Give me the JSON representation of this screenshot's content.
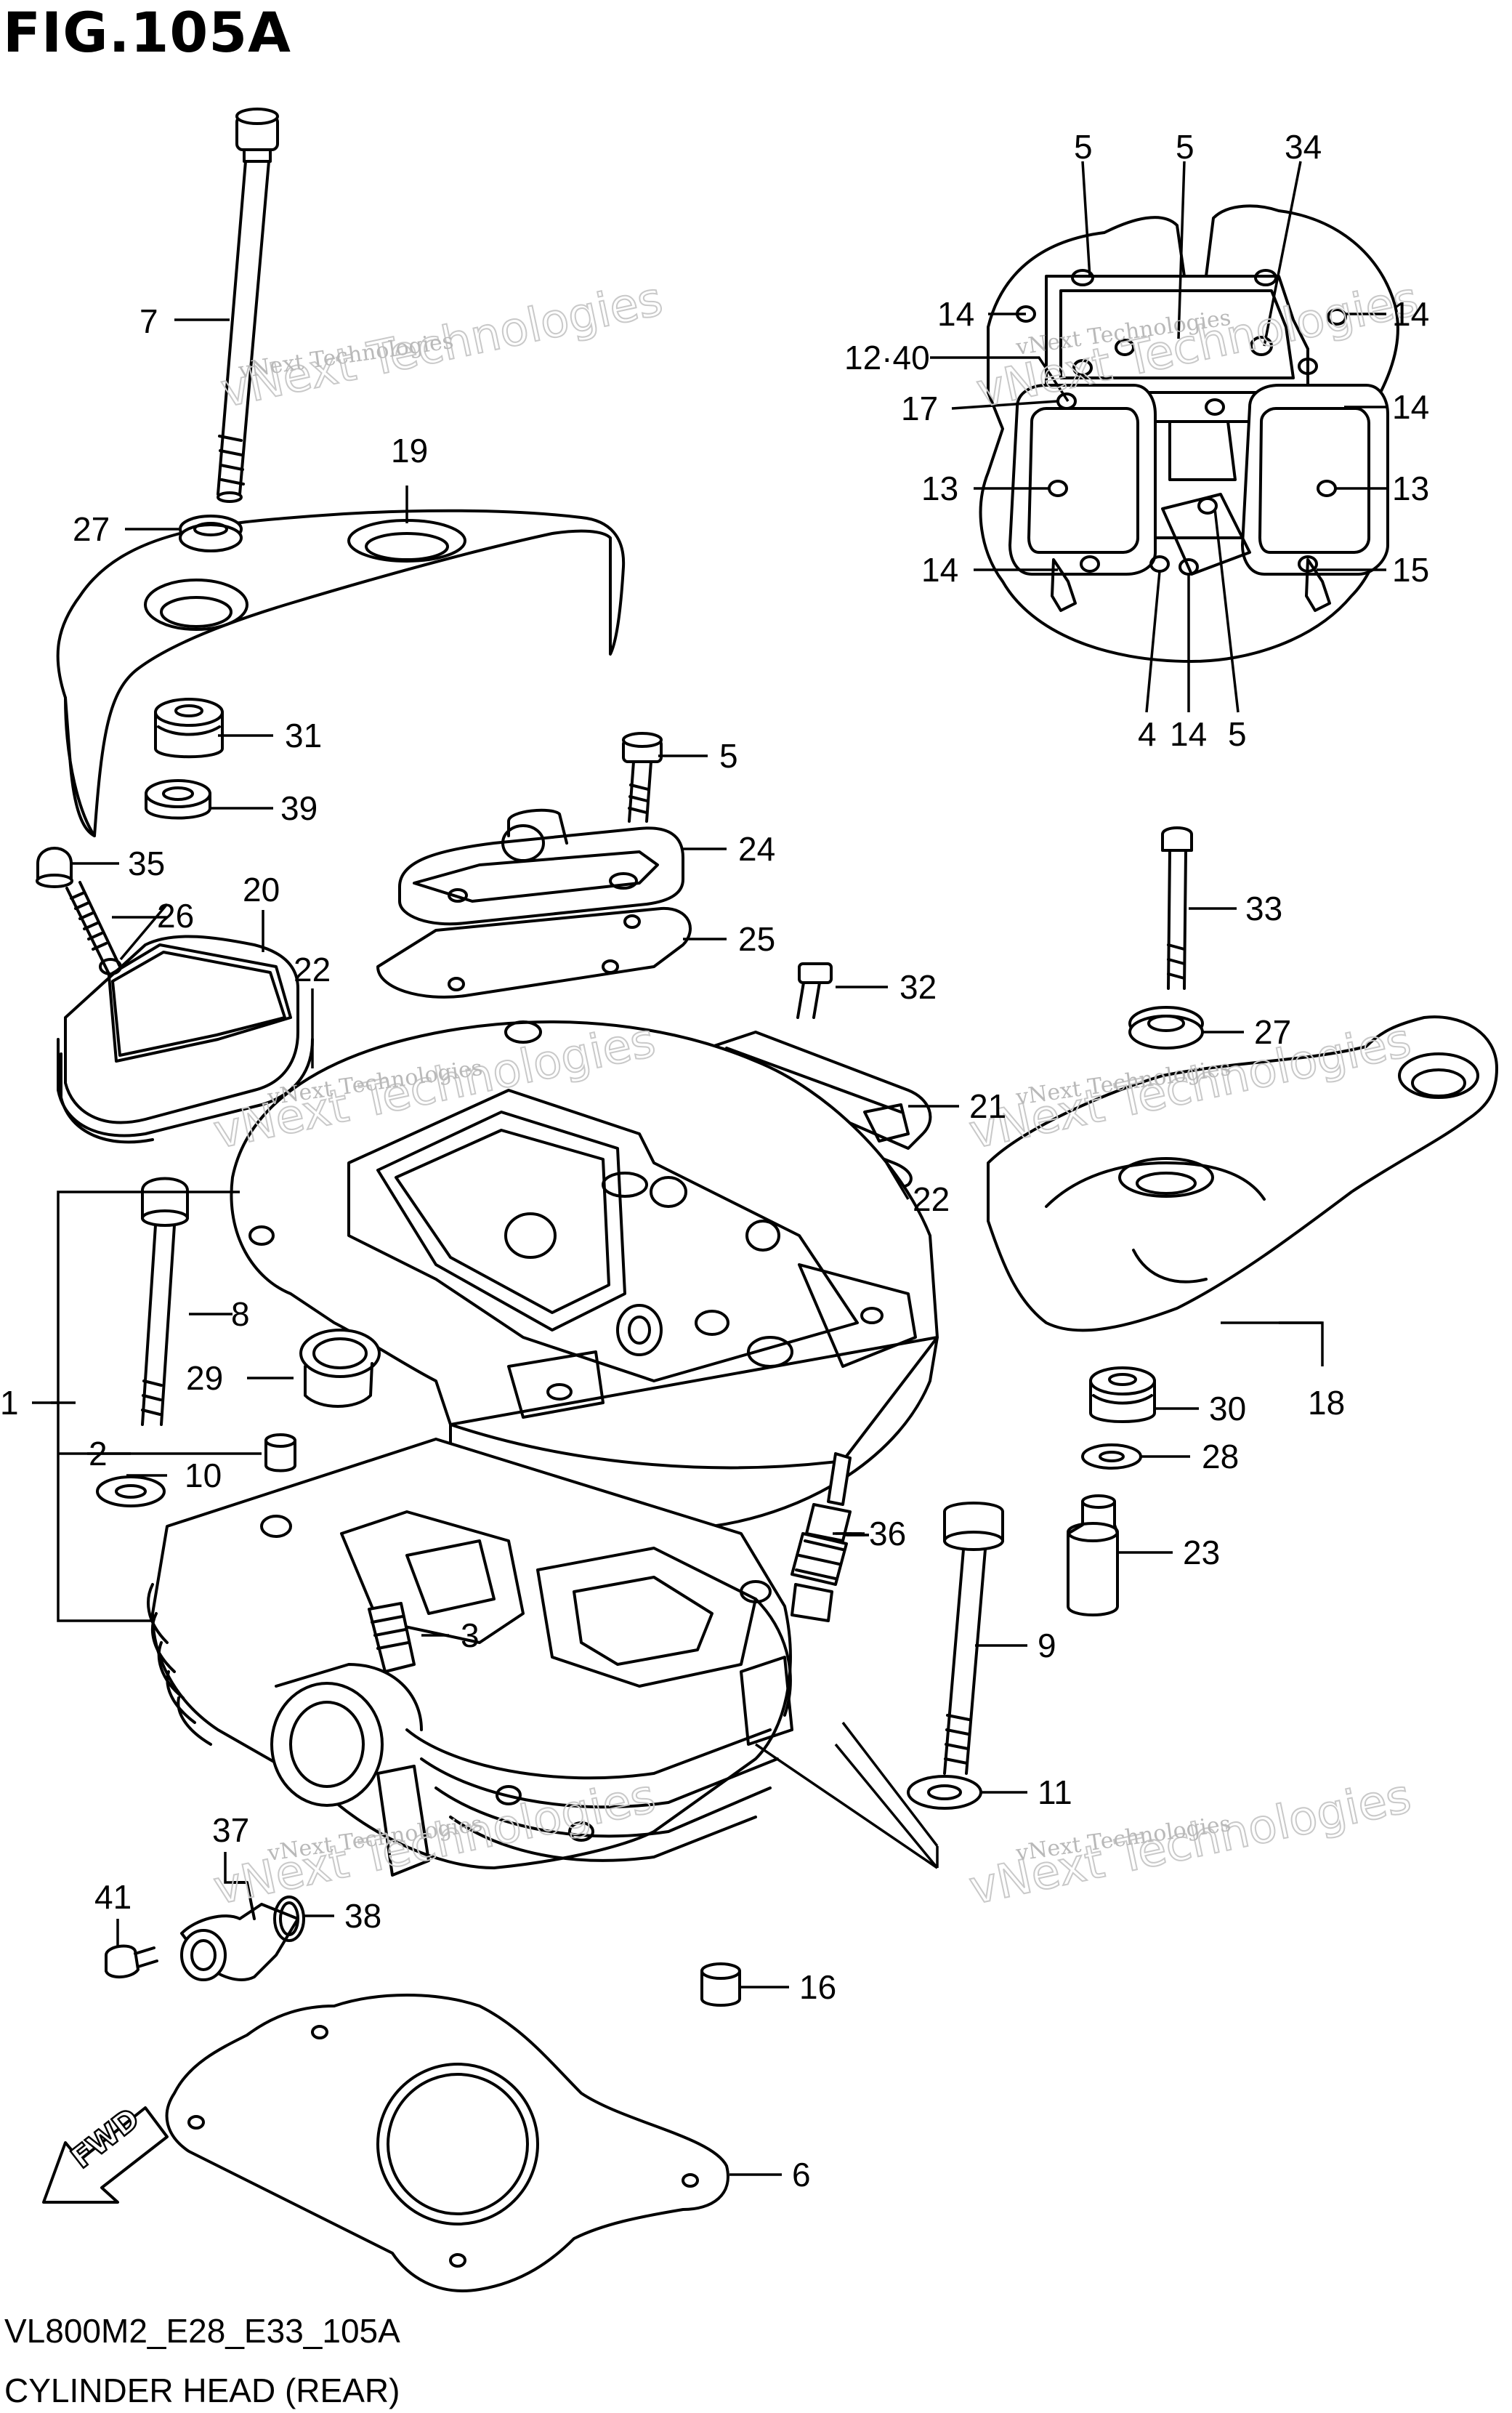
{
  "figure": {
    "title": "FIG.105A",
    "code": "VL800M2_E28_E33_105A",
    "caption": "CYLINDER HEAD (REAR)",
    "direction_label": "FWD",
    "watermark": "vNext Technologies"
  },
  "callouts": {
    "c1": "1",
    "c2": "2",
    "c3": "3",
    "c4": "4",
    "c5a": "5",
    "c5b": "5",
    "c5c": "5",
    "c5d": "5",
    "c6": "6",
    "c7": "7",
    "c8": "8",
    "c9": "9",
    "c10": "10",
    "c11": "11",
    "c12_40": "12·40",
    "c13a": "13",
    "c13b": "13",
    "c14a": "14",
    "c14b": "14",
    "c14c": "14",
    "c14d": "14",
    "c14e": "14",
    "c15": "15",
    "c16": "16",
    "c17": "17",
    "c18": "18",
    "c19": "19",
    "c20": "20",
    "c21": "21",
    "c22a": "22",
    "c22b": "22",
    "c23": "23",
    "c24": "24",
    "c25": "25",
    "c26": "26",
    "c27a": "27",
    "c27b": "27",
    "c28": "28",
    "c29": "29",
    "c30": "30",
    "c31": "31",
    "c32": "32",
    "c33": "33",
    "c34": "34",
    "c35": "35",
    "c36": "36",
    "c37": "37",
    "c38": "38",
    "c39": "39",
    "c41": "41"
  },
  "colors": {
    "line": "#000000",
    "watermark": "#b9b9b9"
  }
}
